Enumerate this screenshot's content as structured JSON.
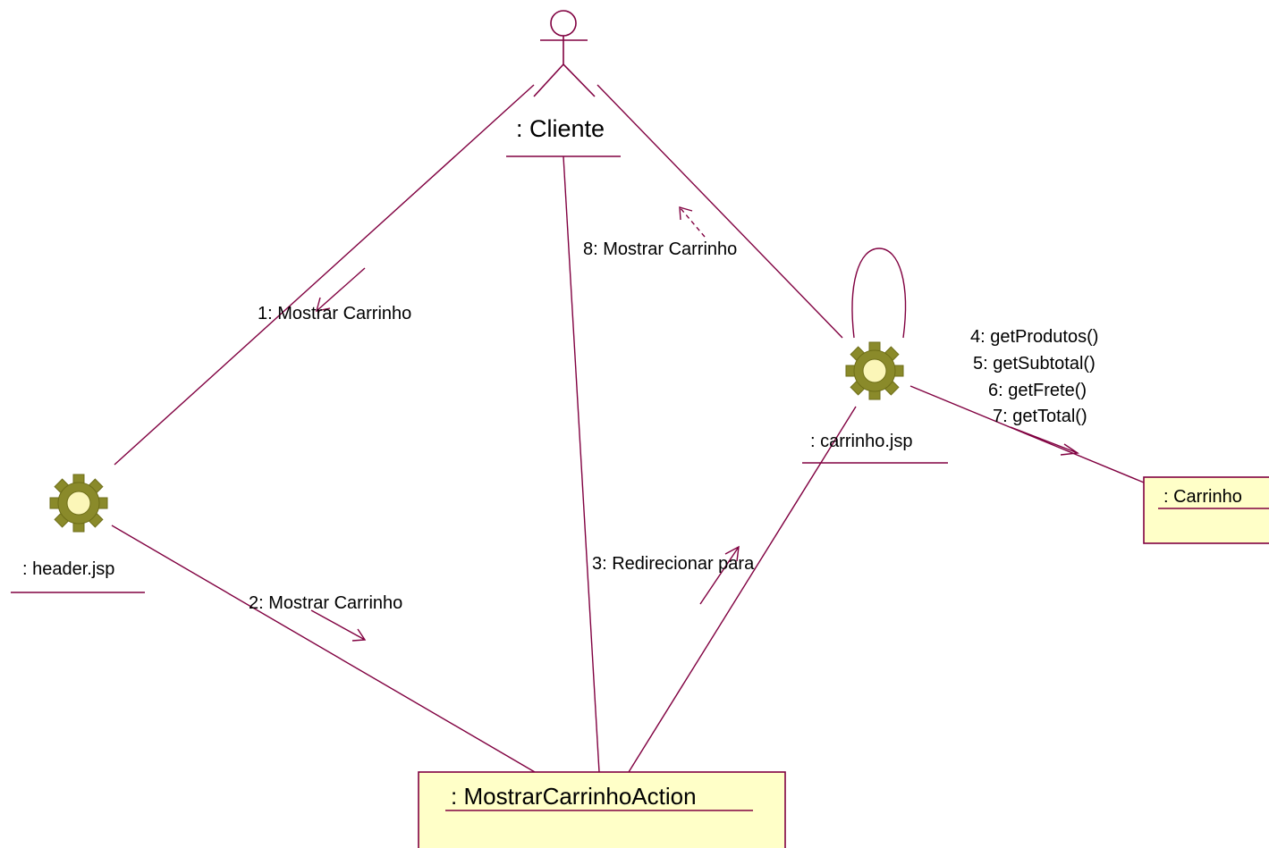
{
  "colors": {
    "line": "#800040",
    "box_fill": "#ffffc8",
    "box_border": "#800040",
    "gear_fill": "#8a8a2a",
    "gear_hub": "#fbf6b8",
    "text": "#000000"
  },
  "actor": {
    "name": ": Cliente",
    "icon": "stick-figure-actor-icon"
  },
  "objects": {
    "header": {
      "name": ": header.jsp",
      "icon": "gear-icon"
    },
    "carrinho_jsp": {
      "name": ": carrinho.jsp",
      "icon": "gear-icon"
    },
    "action": {
      "name": ": MostrarCarrinhoAction"
    },
    "carrinho": {
      "name": ": Carrinho"
    }
  },
  "messages": {
    "m1": "1: Mostrar Carrinho",
    "m2": "2: Mostrar Carrinho",
    "m3": "3: Redirecionar para",
    "m4": "4: getProdutos()",
    "m5": "5: getSubtotal()",
    "m6": "6: getFrete()",
    "m7": "7: getTotal()",
    "m8": "8: Mostrar Carrinho"
  }
}
